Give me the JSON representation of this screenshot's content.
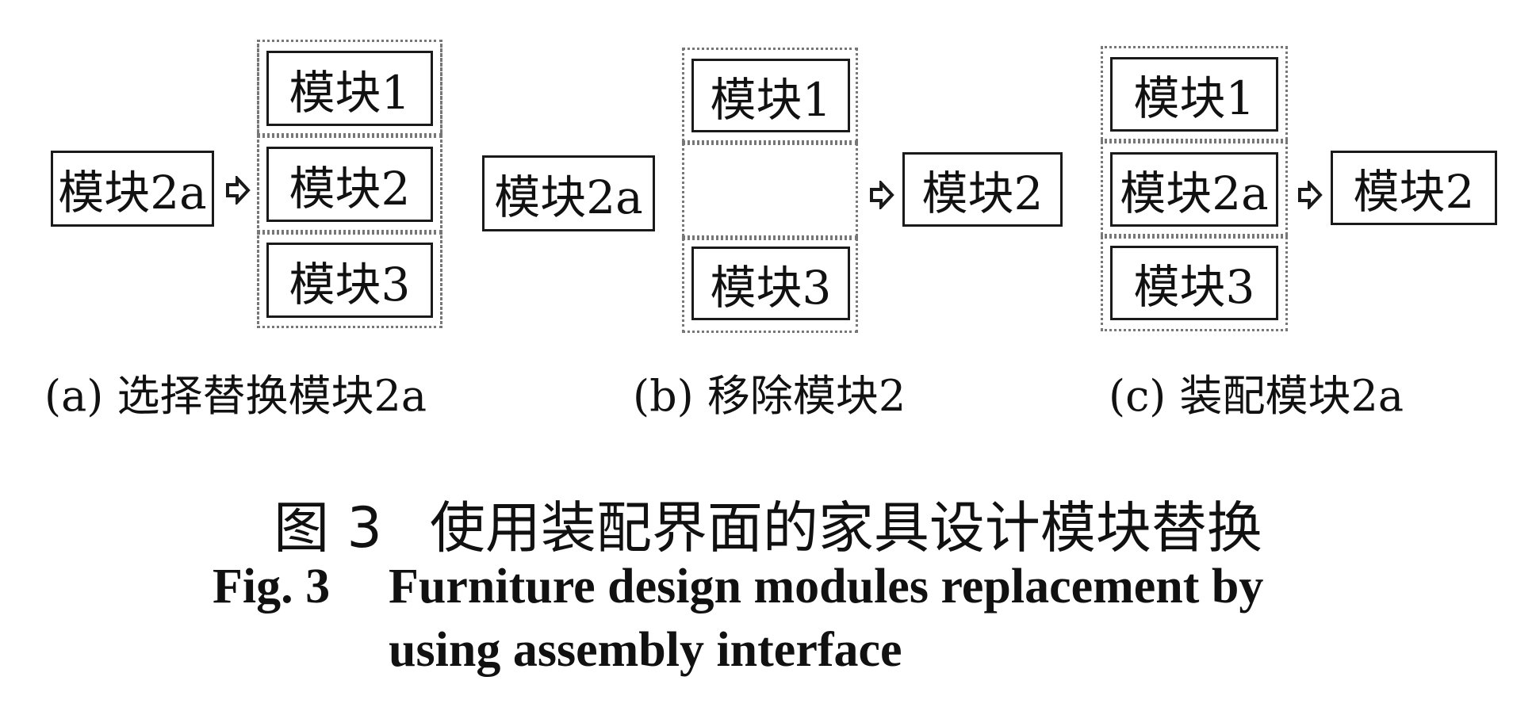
{
  "panels": {
    "a": {
      "external": "模块2a",
      "stack": [
        "模块1",
        "模块2",
        "模块3"
      ],
      "caption": "(a) 选择替换模块2a"
    },
    "b": {
      "external": "模块2a",
      "stack": [
        "模块1",
        "",
        "模块3"
      ],
      "removed": "模块2",
      "caption": "(b) 移除模块2"
    },
    "c": {
      "stack": [
        "模块1",
        "模块2a",
        "模块3"
      ],
      "removed": "模块2",
      "caption": "(c) 装配模块2a"
    }
  },
  "figure": {
    "label_cn": "图 3",
    "title_cn": "使用装配界面的家具设计模块替换",
    "label_en": "Fig. 3",
    "title_en_line1": "Furniture design modules replacement by",
    "title_en_line2": "using assembly interface"
  }
}
